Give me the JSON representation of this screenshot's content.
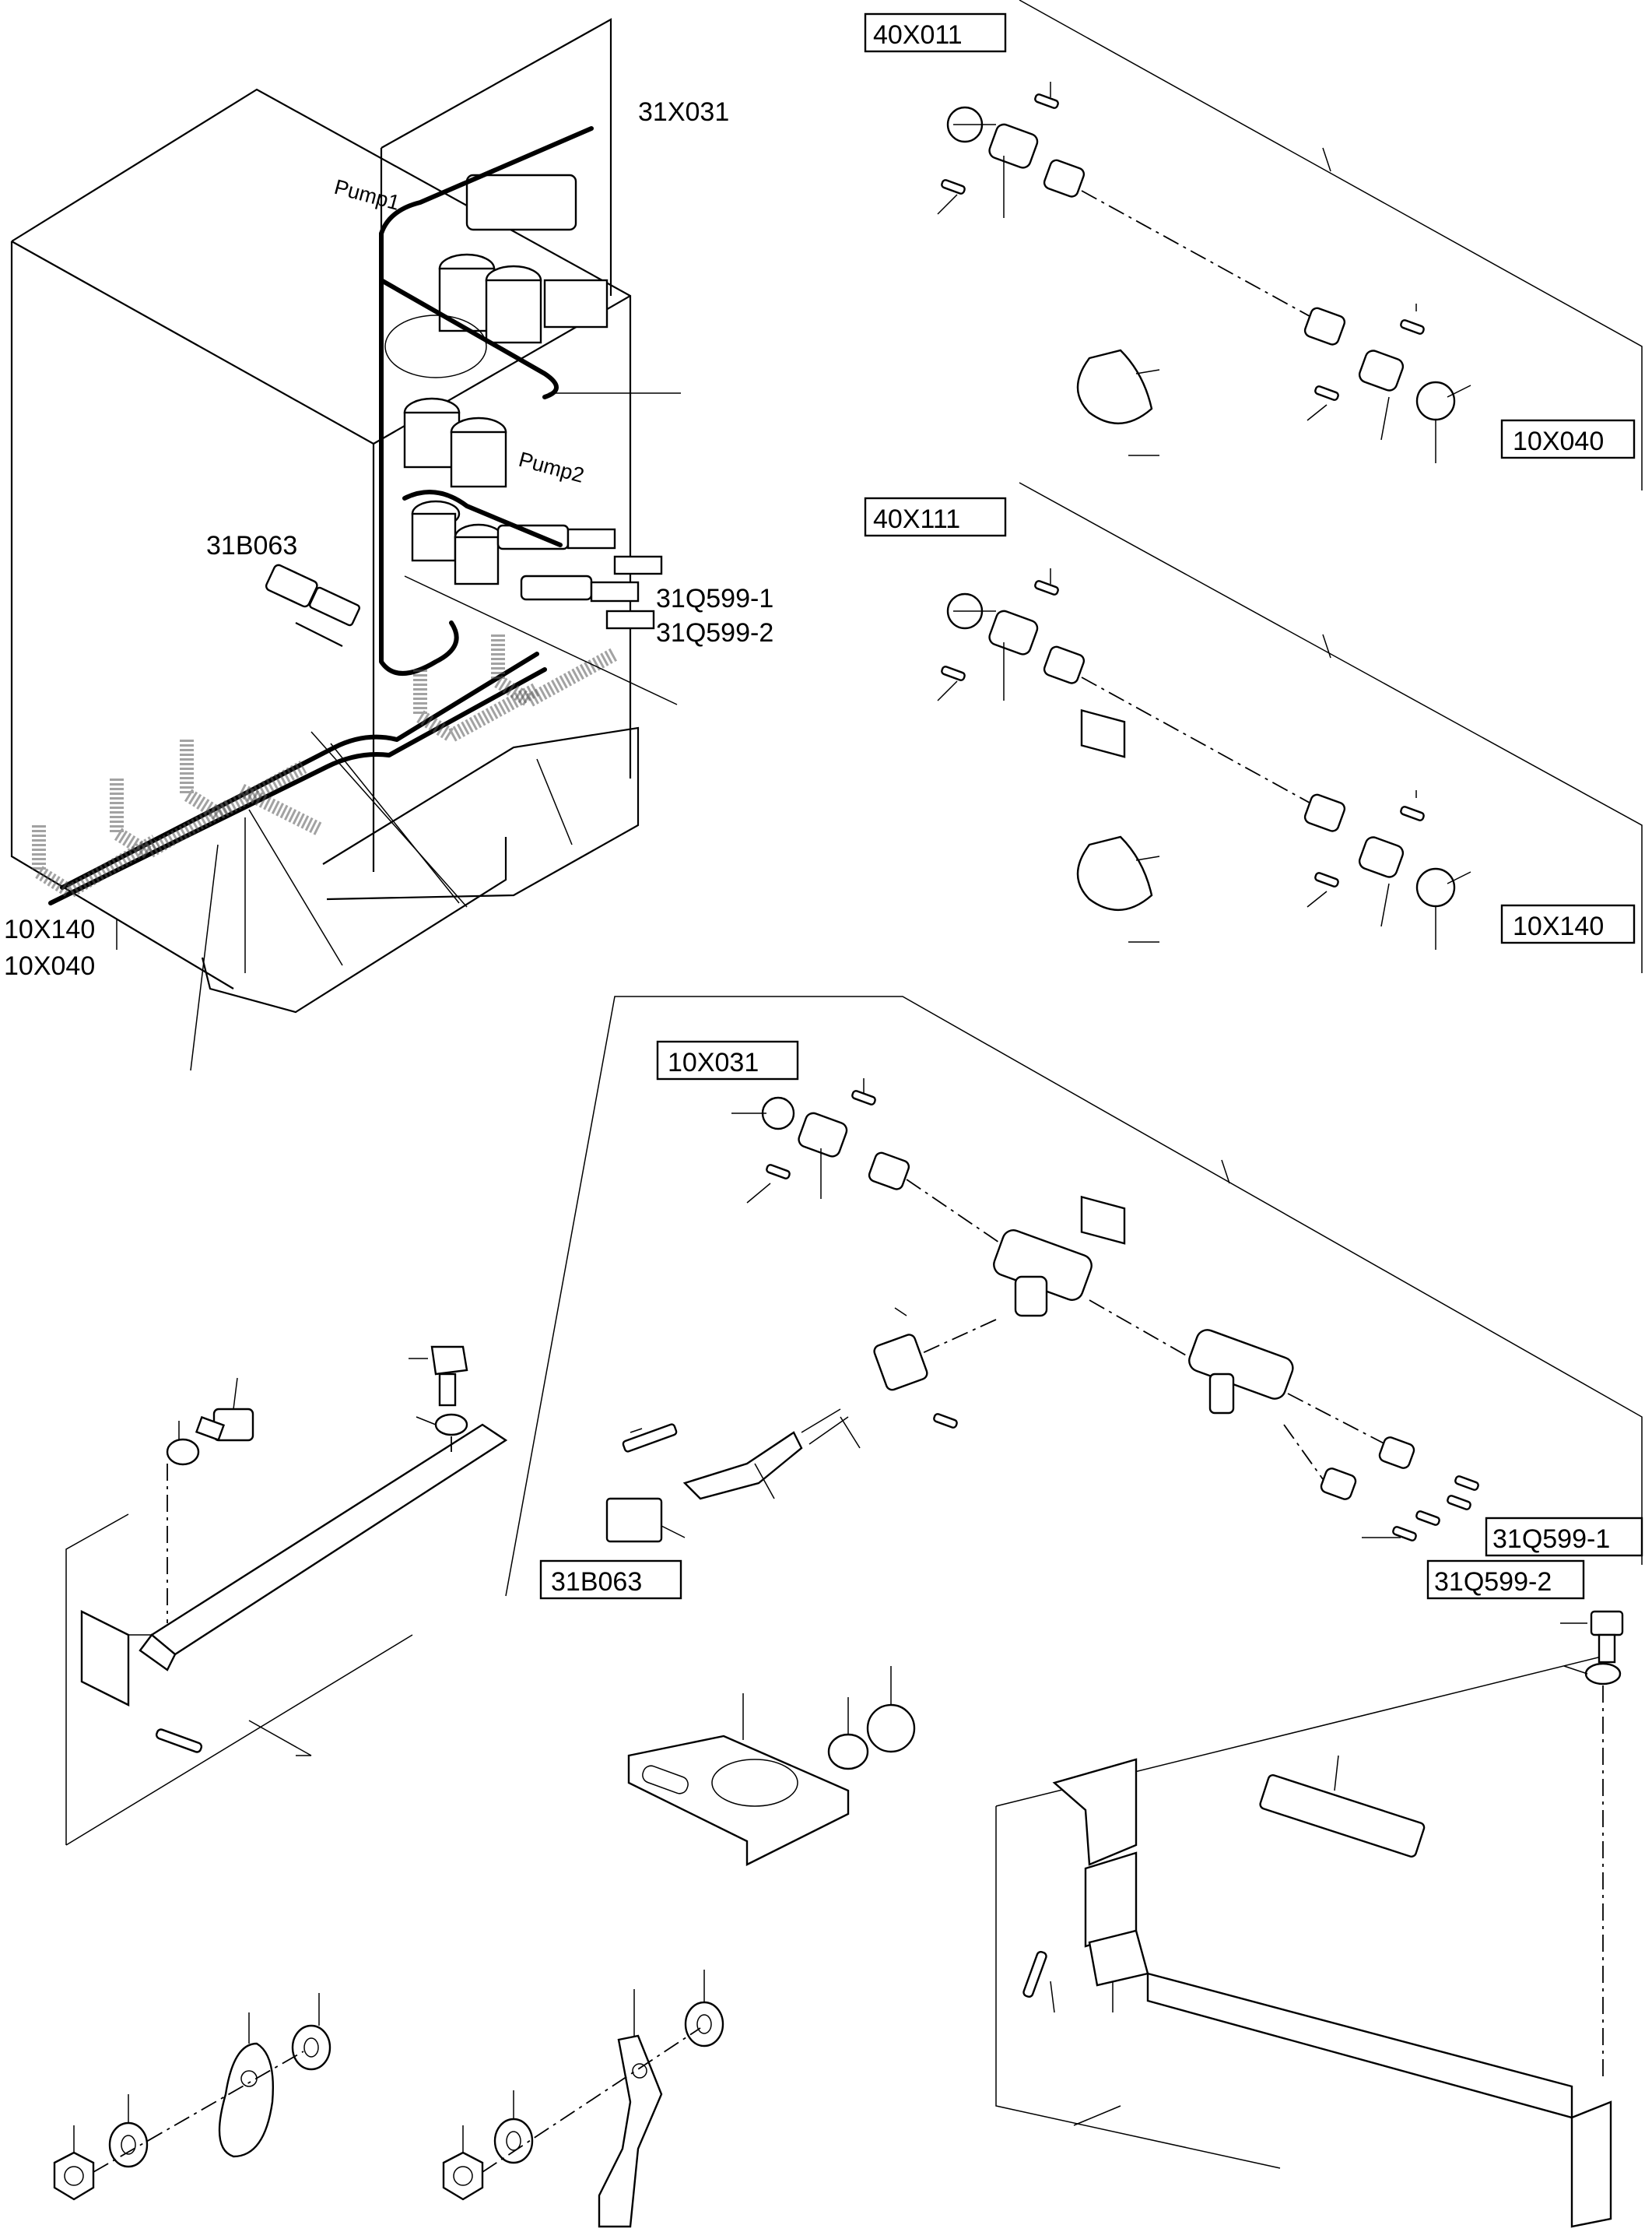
{
  "labels": {
    "assembly_connector": "31X031",
    "pump1": "Pump1",
    "pump2": "Pump2",
    "sensor_main": "31B063",
    "valve1_main": "31Q599-1",
    "valve2_main": "31Q599-2",
    "harness_a": "10X140",
    "harness_b": "10X040",
    "conn1_head": "40X011",
    "conn1_tail": "10X040",
    "conn2_head": "40X111",
    "conn2_tail": "10X140",
    "tee_head": "10X031",
    "sensor_box": "31B063",
    "valve1_box": "31Q599-1",
    "valve2_box": "31Q599-2"
  }
}
